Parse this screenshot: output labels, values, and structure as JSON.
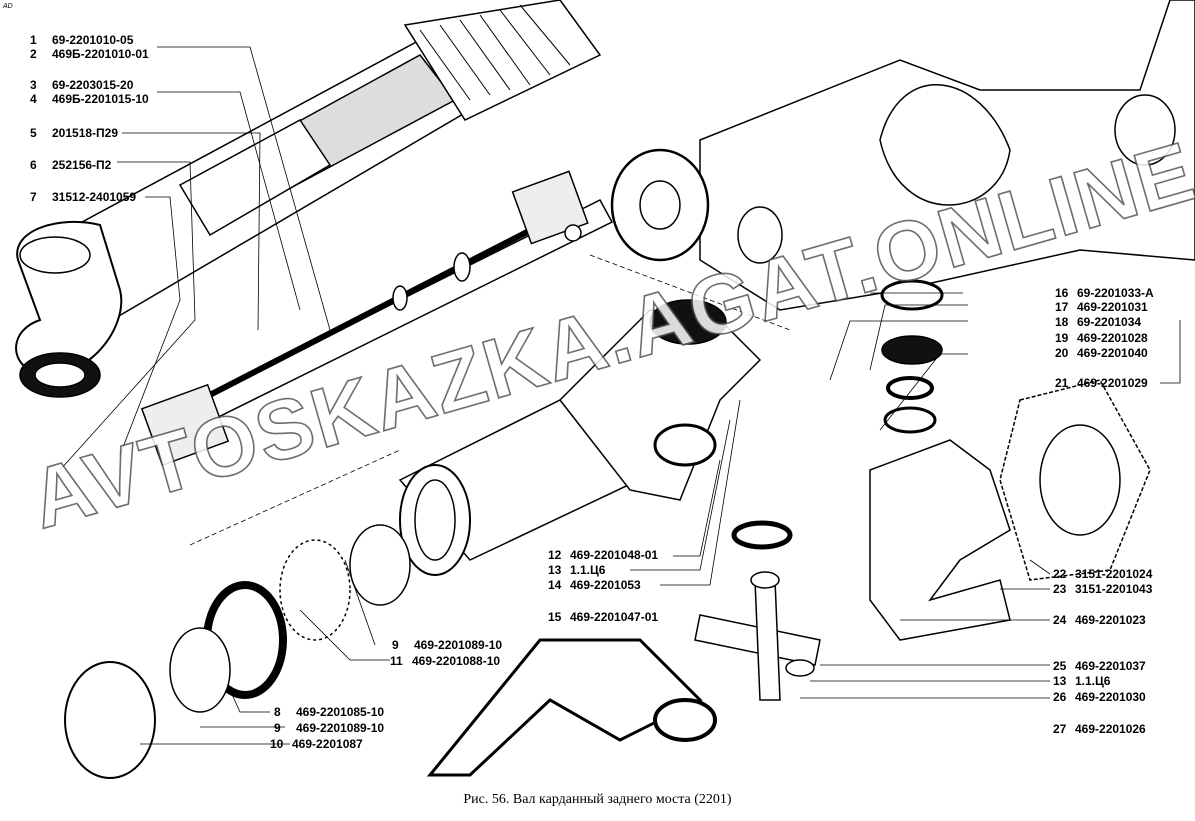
{
  "corner_mark": "AD",
  "watermark": "AVTOSKAZKA.AGAT.ONLINE",
  "caption": "Рис. 56. Вал карданный заднего моста (2201)",
  "labels": [
    {
      "num": "1",
      "part": "69-2201010-05"
    },
    {
      "num": "2",
      "part": "469Б-2201010-01"
    },
    {
      "num": "3",
      "part": "69-2203015-20"
    },
    {
      "num": "4",
      "part": "469Б-2201015-10"
    },
    {
      "num": "5",
      "part": "201518-П29"
    },
    {
      "num": "6",
      "part": "252156-П2"
    },
    {
      "num": "7",
      "part": "31512-2401059"
    },
    {
      "num": "16",
      "part": "69-2201033-А"
    },
    {
      "num": "17",
      "part": "469-2201031"
    },
    {
      "num": "18",
      "part": "69-2201034"
    },
    {
      "num": "19",
      "part": "469-2201028"
    },
    {
      "num": "20",
      "part": "469-2201040"
    },
    {
      "num": "21",
      "part": "469-2201029"
    },
    {
      "num": "12",
      "part": "469-2201048-01"
    },
    {
      "num": "13",
      "part": "1.1.Ц6"
    },
    {
      "num": "14",
      "part": "469-2201053"
    },
    {
      "num": "15",
      "part": "469-2201047-01"
    },
    {
      "num": "9",
      "part": "469-2201089-10"
    },
    {
      "num": "11",
      "part": "469-2201088-10"
    },
    {
      "num": "8",
      "part": "469-2201085-10"
    },
    {
      "num": "9",
      "part": "469-2201089-10"
    },
    {
      "num": "10",
      "part": "469-2201087"
    },
    {
      "num": "22",
      "part": "3151-2201024"
    },
    {
      "num": "23",
      "part": "3151-2201043"
    },
    {
      "num": "24",
      "part": "469-2201023"
    },
    {
      "num": "25",
      "part": "469-2201037"
    },
    {
      "num": "13",
      "part": "1.1.Ц6"
    },
    {
      "num": "26",
      "part": "469-2201030"
    },
    {
      "num": "27",
      "part": "469-2201026"
    }
  ]
}
